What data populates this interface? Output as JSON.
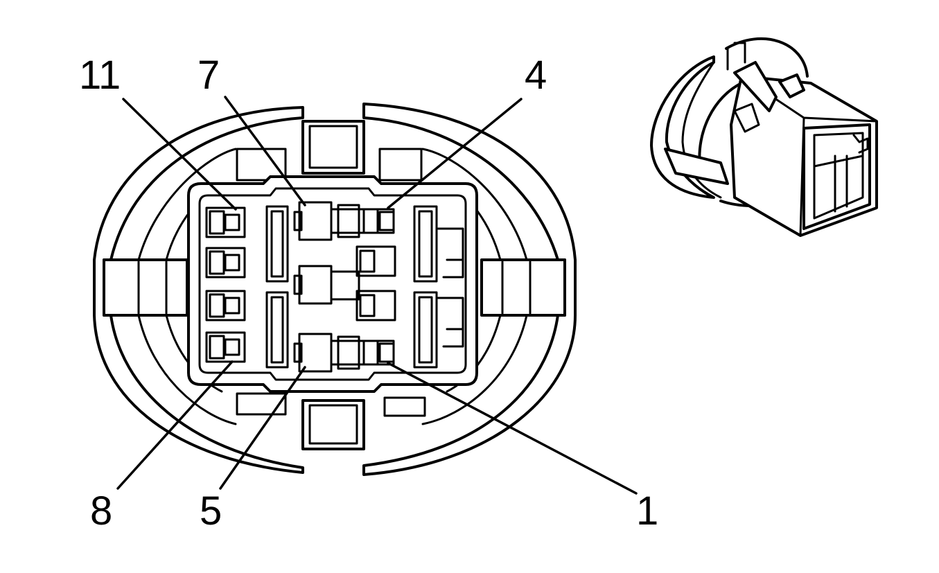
{
  "pin_labels": [
    {
      "text": "11",
      "pin": "pin-11"
    },
    {
      "text": "7",
      "pin": "pin-7"
    },
    {
      "text": "4",
      "pin": "pin-4"
    },
    {
      "text": "8",
      "pin": "pin-8"
    },
    {
      "text": "5",
      "pin": "pin-5"
    },
    {
      "text": "1",
      "pin": "pin-1"
    }
  ],
  "colors": {
    "line": "#000000",
    "background": "#ffffff"
  }
}
